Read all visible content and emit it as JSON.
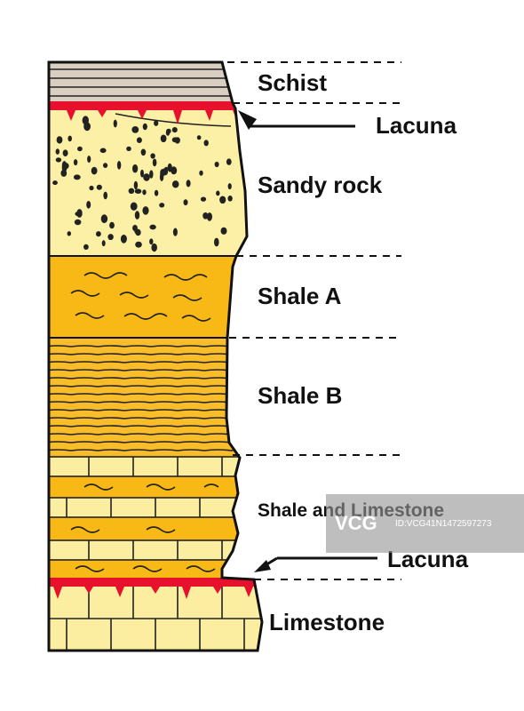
{
  "diagram": {
    "labels": {
      "schist": "Schist",
      "lacuna_top": "Lacuna",
      "sandy_rock": "Sandy rock",
      "shale_a": "Shale A",
      "shale_b": "Shale B",
      "shale_and_limestone": "Shale and Limestone",
      "lacuna_bottom": "Lacuna",
      "limestone": "Limestone"
    },
    "colors": {
      "schist": "#d9cfc0",
      "sandy_rock": "#fbf0a5",
      "shale": "#f8b816",
      "shale_b": "#f9bd2a",
      "limestone": "#fbeea0",
      "lacuna": "#e8112d",
      "outline": "#111111",
      "dots": "#222222"
    }
  },
  "watermark": {
    "logo": "VCG",
    "id": "ID:VCG41N1472597273"
  }
}
